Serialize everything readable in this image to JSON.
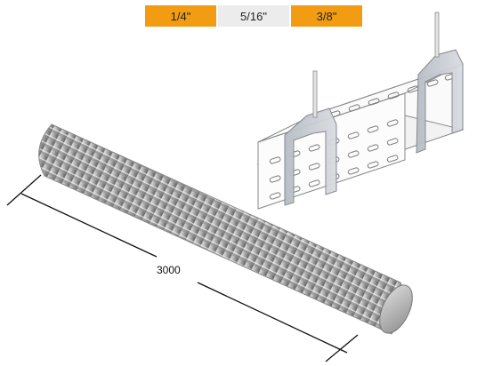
{
  "size_selector": {
    "tabs": [
      {
        "label": "1/4\"",
        "active": true
      },
      {
        "label": "5/16\"",
        "active": false
      },
      {
        "label": "3/8\"",
        "active": true
      }
    ],
    "active_color": "#f29c13",
    "inactive_color": "#ececec"
  },
  "product": {
    "rod_length_label": "3000",
    "rod_icon": "threaded-rod",
    "hanger_icon": "cable-tray-hanger"
  }
}
